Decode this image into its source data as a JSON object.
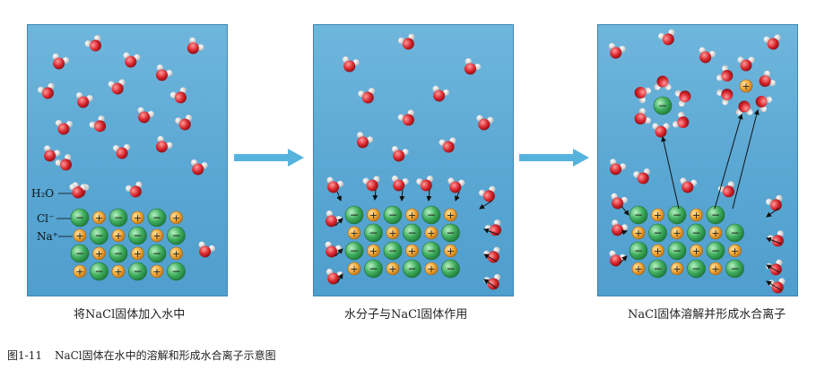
{
  "panels": [
    {
      "caption": "将NaCl固体加入水中",
      "lattice_rows": 4,
      "lattice_cols": 6,
      "labels": [
        "H2O",
        "Cl⁻",
        "Na⁺"
      ]
    },
    {
      "caption": "水分子与NaCl固体作用",
      "lattice_rows": 4,
      "lattice_cols": 6
    },
    {
      "caption": "NaCl固体溶解并形成水合离子",
      "lattice_rows": 4,
      "lattice_cols": 6
    }
  ],
  "labels": {
    "water": "H₂O",
    "chloride": "Cl⁻",
    "sodium": "Na⁺"
  },
  "ion_signs": {
    "chloride": "−",
    "sodium": "+"
  },
  "figure": {
    "number": "图1-11",
    "title": "NaCl固体在水中的溶解和形成水合离子示意图"
  },
  "colors": {
    "water_bg": "#5aa7d3",
    "chloride": "#3fae5c",
    "sodium": "#f0a531",
    "oxygen": "#d8262d",
    "hydrogen": "#f2f2f2",
    "arrow": "#56b3de"
  }
}
